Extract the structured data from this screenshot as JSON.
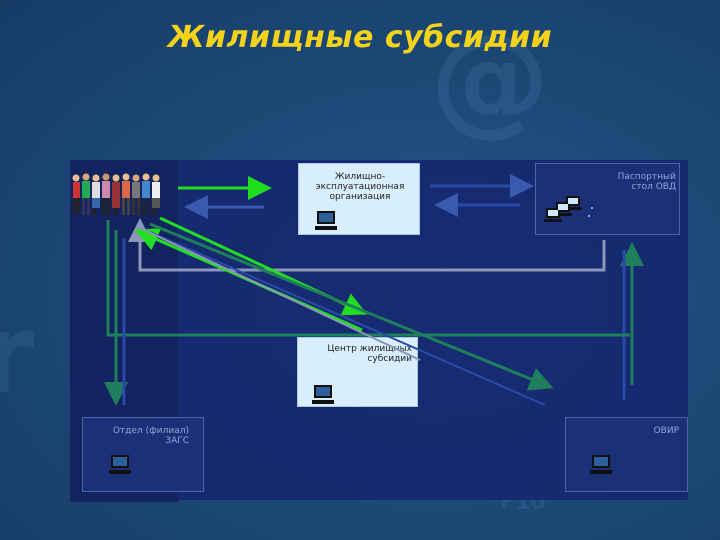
{
  "title": "Жилищные субсидии",
  "nodes": {
    "housing": "Жилищно-\nэксплуатационная\nорганизация",
    "passport": "Паспортный\nстол ОВД",
    "center": "Центр жилищных\nсубсидий",
    "zags": "Отдел (филиал)\nЗАГС",
    "ovir": "ОВИР"
  },
  "colors": {
    "title": "#f2d21b",
    "green_bright": "#22dd22",
    "green_dark": "#1f7f5c",
    "arrow_gray": "#8a97b8"
  },
  "icons": [
    "people-group-icon",
    "computer-icon",
    "computer-network-icon"
  ]
}
